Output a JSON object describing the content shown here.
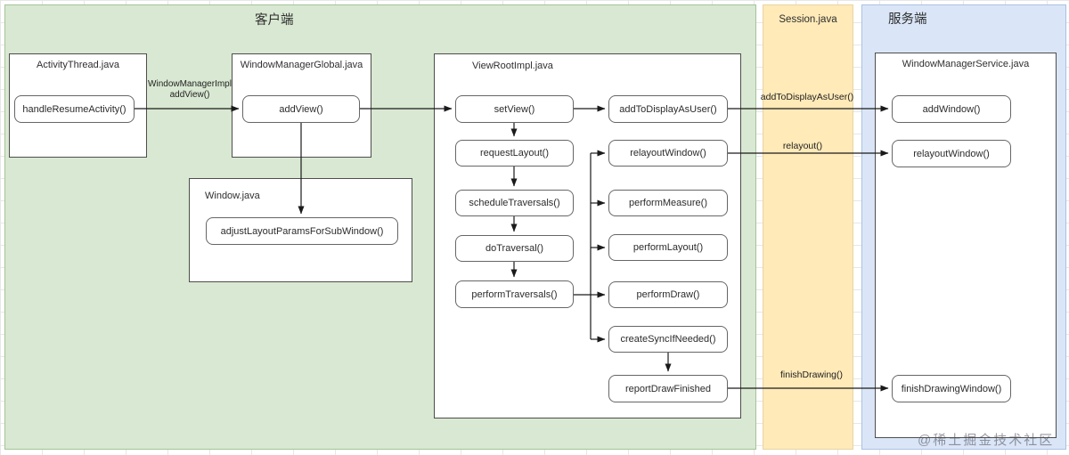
{
  "regions": {
    "client": {
      "label": "客户端"
    },
    "session": {
      "label": "Session.java"
    },
    "server": {
      "label": "服务端"
    }
  },
  "containers": {
    "activity_thread": {
      "title": "ActivityThread.java"
    },
    "window_manager_global": {
      "title": "WindowManagerGlobal.java"
    },
    "window": {
      "title": "Window.java"
    },
    "view_root_impl": {
      "title": "ViewRootImpl.java"
    },
    "window_manager_service": {
      "title": "WindowManagerService.java"
    }
  },
  "nodes": {
    "handle_resume_activity": "handleResumeActivity()",
    "add_view": "addView()",
    "adjust_layout_params_for_sub_window": "adjustLayoutParamsForSubWindow()",
    "set_view": "setView()",
    "request_layout": "requestLayout()",
    "schedule_traversals": "scheduleTraversals()",
    "do_traversal": "doTraversal()",
    "perform_traversals": "performTraversals()",
    "add_to_display_as_user": "addToDisplayAsUser()",
    "relayout_window_client": "relayoutWindow()",
    "perform_measure": "performMeasure()",
    "perform_layout": "performLayout()",
    "perform_draw": "performDraw()",
    "create_sync_if_needed": "createSyncIfNeeded()",
    "report_draw_finished": "reportDrawFinished",
    "add_window": "addWindow()",
    "relayout_window_server": "relayoutWindow()",
    "finish_drawing_window": "finishDrawingWindow()"
  },
  "edge_labels": {
    "window_manager_impl_line1": "WindowManagerImpl",
    "window_manager_impl_line2": "addView()",
    "add_to_display_as_user": "addToDisplayAsUser()",
    "relayout": "relayout()",
    "finish_drawing": "finishDrawing()"
  },
  "watermark": "@稀土掘金技术社区",
  "colors": {
    "client_fill": "#d9e8d2",
    "client_border": "#a3c399",
    "session_fill": "#ffeab8",
    "session_border": "#e7d5a2",
    "server_fill": "#dae6f7",
    "server_border": "#a9c1e3",
    "arrow": "#1a1a1a"
  }
}
